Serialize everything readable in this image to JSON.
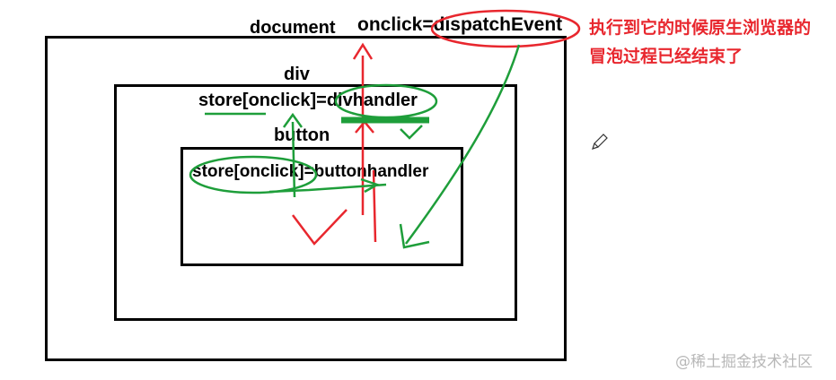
{
  "diagram": {
    "document_label": "document",
    "document_handler": "onclick=dispatchEvent",
    "div_label": "div",
    "div_handler": "store[onclick]=divhandler",
    "button_label": "button",
    "button_handler": "store[onclick]=buttonhandler"
  },
  "annotation": {
    "line1": "执行到它的时候原生浏览器的",
    "line2": "冒泡过程已经结束了"
  },
  "watermark": "@稀土掘金技术社区",
  "colors": {
    "red_ink": "#e8272e",
    "green_ink": "#1e9e3a",
    "box_border": "#000000"
  },
  "icons": [
    "pencil-cursor-icon"
  ]
}
